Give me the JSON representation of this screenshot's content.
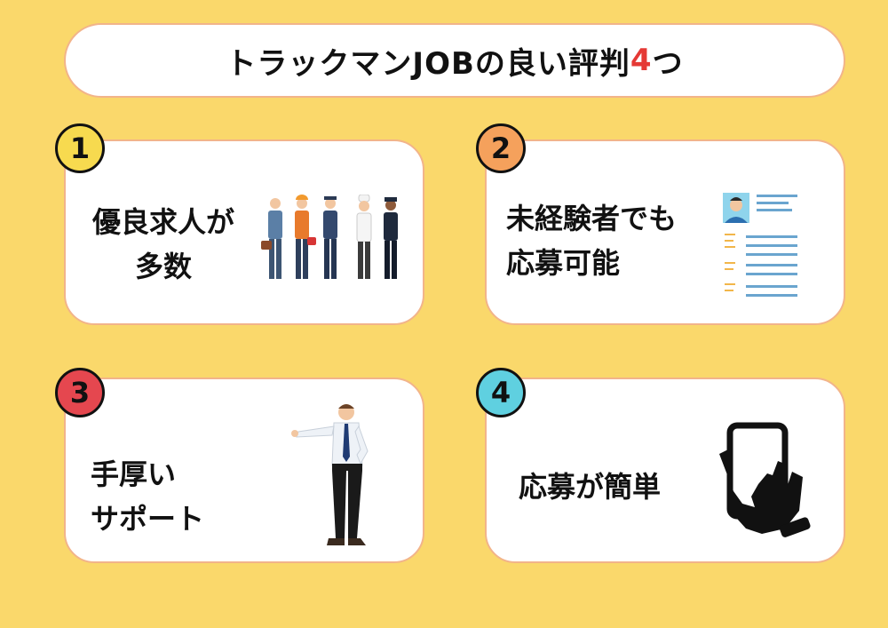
{
  "title": {
    "prefix": "トラックマンJOBの良い評判",
    "number": "4",
    "suffix": "つ"
  },
  "cards": [
    {
      "number": "1",
      "line1": "優良求人が",
      "line2": "多数",
      "badge_color": "#f7da4f"
    },
    {
      "number": "2",
      "line1": "未経験者でも",
      "line2": "応募可能",
      "badge_color": "#f5a15c"
    },
    {
      "number": "3",
      "line1": "手厚い",
      "line2": "サポート",
      "badge_color": "#e5474f"
    },
    {
      "number": "4",
      "line1": "応募が簡単",
      "badge_color": "#5fd0e0"
    }
  ],
  "colors": {
    "background": "#fad86b",
    "card_border": "#f2b48a",
    "accent": "#e53935"
  },
  "icons": [
    "workers-group-illustration",
    "resume-document-illustration",
    "presenting-businessman-illustration",
    "smartphone-hand-icon"
  ]
}
